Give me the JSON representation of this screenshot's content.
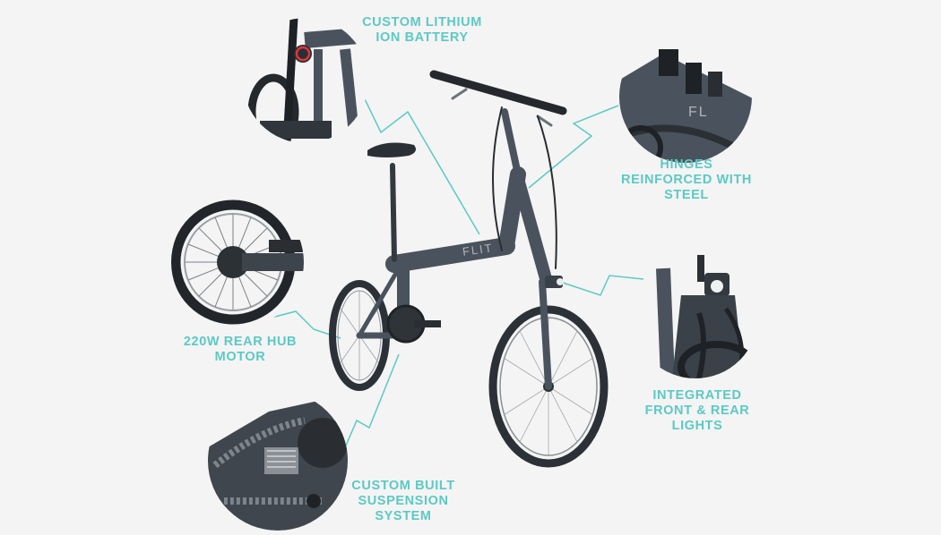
{
  "accent_color": "#5cc9c4",
  "frame_color": "#4a535d",
  "background_color": "#f4f4f4",
  "brand_mark": "FLIT",
  "callouts": {
    "battery": {
      "line1": "CUSTOM LITHIUM",
      "line2": "ION BATTERY",
      "icon": "battery-closeup-icon"
    },
    "hinges": {
      "line1": "HINGES",
      "line2": "REINFORCED WITH",
      "line3": "STEEL",
      "icon": "hinge-closeup-icon"
    },
    "motor": {
      "line1": "220W REAR HUB",
      "line2": "MOTOR",
      "icon": "hub-motor-closeup-icon"
    },
    "lights": {
      "line1": "INTEGRATED",
      "line2": "FRONT & REAR",
      "line3": "LIGHTS",
      "icon": "headlight-closeup-icon"
    },
    "suspension": {
      "line1": "CUSTOM BUILT",
      "line2": "SUSPENSION",
      "line3": "SYSTEM",
      "icon": "suspension-closeup-icon"
    }
  }
}
